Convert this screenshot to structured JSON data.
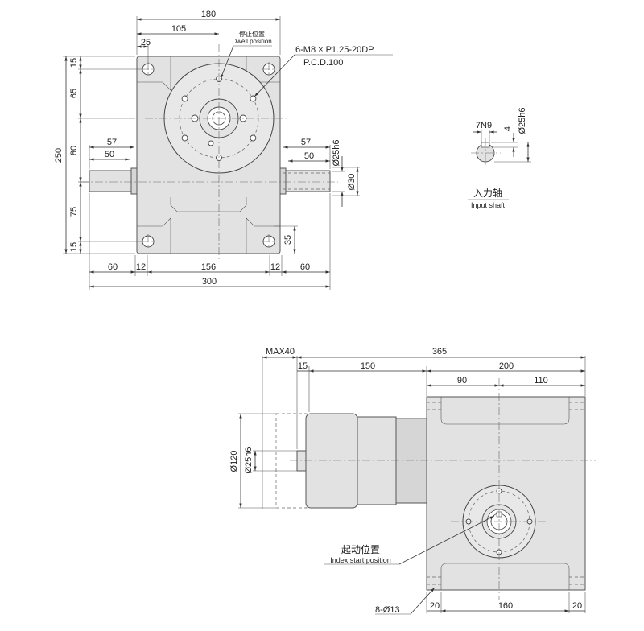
{
  "top_view": {
    "dims": {
      "d180": "180",
      "d105": "105",
      "d25": "25",
      "d15_top": "15",
      "d65": "65",
      "d250": "250",
      "d80": "80",
      "d75": "75",
      "d15_bottom": "15",
      "d57_left": "57",
      "d50_left": "50",
      "d57_right": "57",
      "d50_right": "50",
      "d25h6": "Ø25h6",
      "d30": "Ø30",
      "d35": "35",
      "d60_left": "60",
      "d12_left": "12",
      "d156": "156",
      "d12_right": "12",
      "d60_right": "60",
      "d300": "300"
    },
    "dwell_cn": "停止位置",
    "dwell_en": "Dwell position",
    "thread_note": "6-M8 × P1.25-20DP",
    "pcd_note": "P.C.D.100"
  },
  "input_shaft_detail": {
    "d7n9": "7N9",
    "d4": "4",
    "d25h6": "Ø25h6",
    "label_cn": "入力轴",
    "label_en": "Input shaft"
  },
  "side_view": {
    "dims": {
      "max40": "MAX40",
      "d365": "365",
      "d15": "15",
      "d150": "150",
      "d200": "200",
      "d90": "90",
      "d110": "110",
      "d120": "Ø120",
      "d25h6": "Ø25h6",
      "holes": "8-Ø13",
      "d20_left": "20",
      "d160": "160",
      "d20_right": "20"
    },
    "index_cn": "起动位置",
    "index_en": "Index start position"
  }
}
